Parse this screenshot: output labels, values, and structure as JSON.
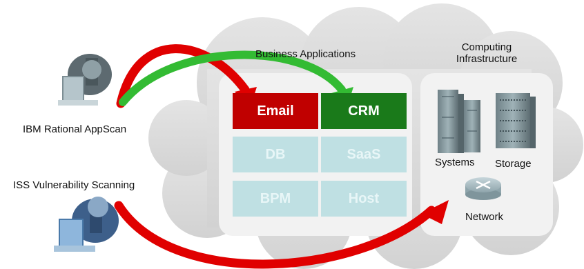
{
  "cloud": {
    "business_title": "Business Applications",
    "infra_title_line1": "Computing",
    "infra_title_line2": "Infrastructure"
  },
  "apps": {
    "email": "Email",
    "crm": "CRM",
    "db": "DB",
    "saas": "SaaS",
    "bpm": "BPM",
    "host": "Host"
  },
  "infra": {
    "systems": "Systems",
    "storage": "Storage",
    "network": "Network"
  },
  "scanners": {
    "appscan": "IBM Rational AppScan",
    "iss": "ISS Vulnerability Scanning"
  },
  "colors": {
    "red_arrow": "#e00000",
    "green_arrow": "#33bb33",
    "email_box": "#c00000",
    "crm_box": "#1a7a1a",
    "pale_box": "#bfe0e3"
  }
}
